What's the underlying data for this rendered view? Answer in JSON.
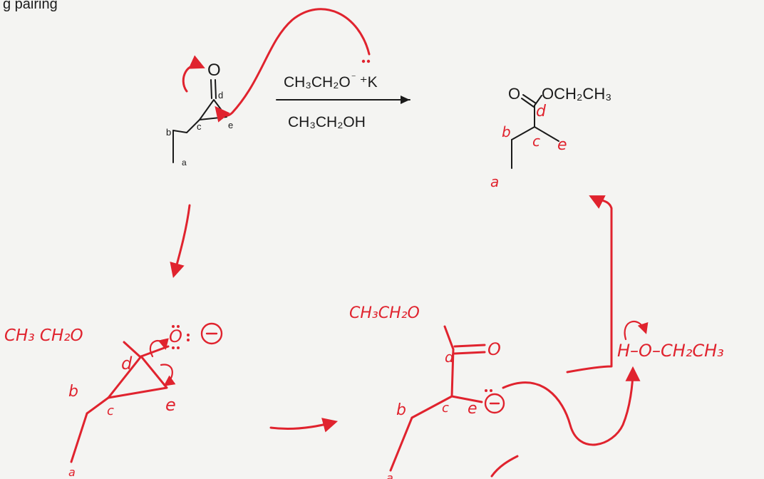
{
  "header": {
    "fragment": "g pairing"
  },
  "reaction": {
    "base_prefix": "CH₃CH₂O",
    "base_charge": "⁻",
    "base_counter": "⁺K",
    "solvent": "CH₃CH₂OH"
  },
  "reactant": {
    "carbonyl_oxygen": "O",
    "labels": {
      "a": "a",
      "b": "b",
      "c": "c",
      "d": "d",
      "e": "e"
    }
  },
  "product": {
    "carbonyl_oxygen": "O",
    "ester_group": "OCH₂CH₃",
    "labels": {
      "a": "a",
      "b": "b",
      "c": "c",
      "d": "d",
      "e": "e"
    }
  },
  "intermediate1": {
    "alkoxy": "CH₃ CH₂O",
    "oxygen": "O",
    "charge": "⊖",
    "labels": {
      "a": "a",
      "b": "b",
      "c": "c",
      "d": "d",
      "e": "e"
    }
  },
  "intermediate2": {
    "alkoxy": "CH₃CH₂O",
    "carbonyl_oxygen": "O",
    "charge": "⊖",
    "labels": {
      "a": "a",
      "b": "b",
      "c": "c",
      "d": "d",
      "e": "e"
    }
  },
  "ethanol": {
    "text": "H–O–CH₂CH₃"
  },
  "colors": {
    "ink": "#1a1a1a",
    "pen": "#e0232e",
    "paper": "#f4f4f2"
  }
}
